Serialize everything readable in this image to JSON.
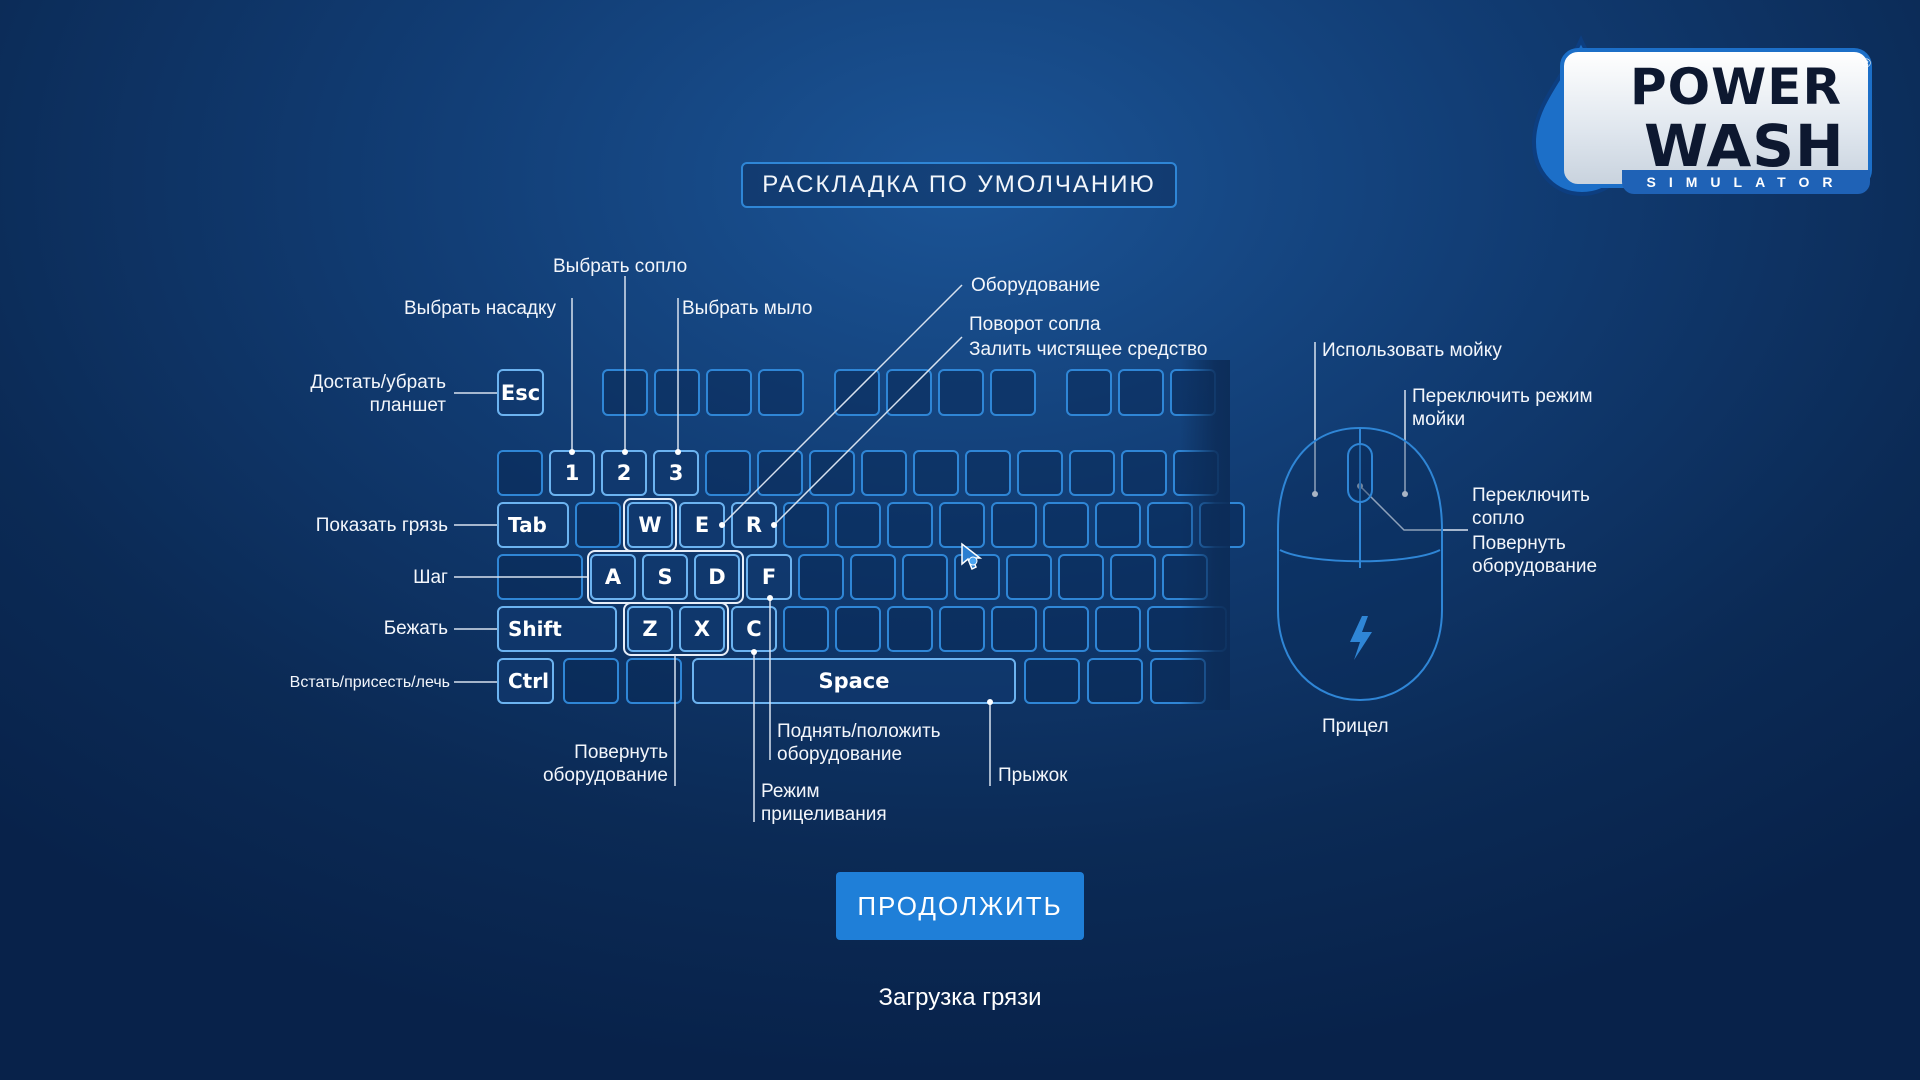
{
  "title": "РАСКЛАДКА ПО УМОЛЧАНИЮ",
  "logo": {
    "line1": "POWER",
    "line2": "WASH",
    "line3": "SIMULATOR",
    "reg": "®"
  },
  "keys": {
    "esc": "Esc",
    "k1": "1",
    "k2": "2",
    "k3": "3",
    "tab": "Tab",
    "w": "W",
    "e": "E",
    "r": "R",
    "a": "A",
    "s": "S",
    "d": "D",
    "f": "F",
    "shift": "Shift",
    "z": "Z",
    "x": "X",
    "c": "C",
    "ctrl": "Ctrl",
    "space": "Space"
  },
  "keyboard_labels": {
    "select_nozzle": "Выбрать сопло",
    "select_attachment": "Выбрать насадку",
    "select_soap": "Выбрать мыло",
    "equipment": "Оборудование",
    "rotate_nozzle": "Поворот сопла",
    "fill_cleaner": "Залить чистящее средство",
    "tablet_line1": "Достать/убрать",
    "tablet_line2": "планшет",
    "show_dirt": "Показать грязь",
    "walk": "Шаг",
    "run": "Бежать",
    "stand_crouch_prone": "Встать/присесть/лечь",
    "rotate_equipment_line1": "Повернуть",
    "rotate_equipment_line2": "оборудование",
    "pickup_line1": "Поднять/положить",
    "pickup_line2": "оборудование",
    "aim_mode_line1": "Режим",
    "aim_mode_line2": "прицеливания",
    "jump": "Прыжок"
  },
  "mouse_labels": {
    "use_washer": "Использовать мойку",
    "switch_mode_line1": "Переключить режим",
    "switch_mode_line2": "мойки",
    "switch_nozzle_line1": "Переключить",
    "switch_nozzle_line2": "сопло",
    "rotate_equipment_line1": "Повернуть",
    "rotate_equipment_line2": "оборудование",
    "aim": "Прицел"
  },
  "continue_label": "ПРОДОЛЖИТЬ",
  "loading_text": "Загрузка грязи",
  "colors": {
    "accent": "#2f86d6",
    "button": "#1f7fd8",
    "background": "#0b2a55"
  }
}
